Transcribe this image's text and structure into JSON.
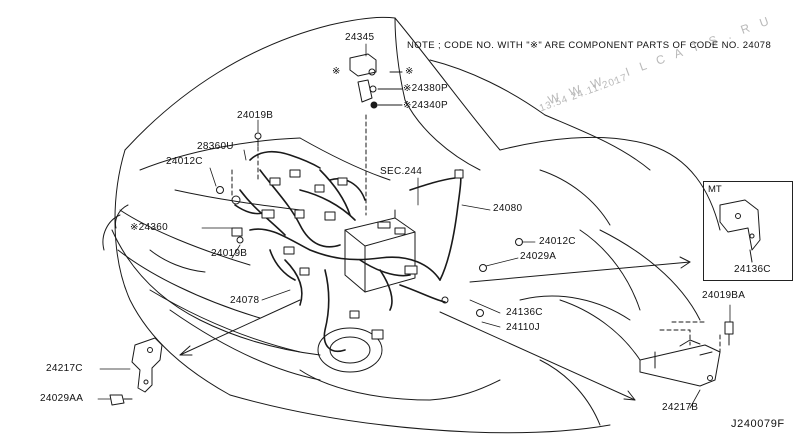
{
  "note": "NOTE ; CODE NO. WITH \"※\" ARE COMPONENT PARTS OF CODE NO. 24078",
  "watermark": {
    "site": "W W W . I L C A T S . R U",
    "datetime": "13:54 24.11.2017"
  },
  "mt_box": {
    "title": "MT",
    "part": "24136C"
  },
  "diagram_id": "J240079F",
  "parts": {
    "p24345": "24345",
    "p_mark_a": "※",
    "p_mark_b": "※",
    "p24380P": "※24380P",
    "p24340P": "※24340P",
    "p24019B_top": "24019B",
    "p28360U": "28360U",
    "p24012C_left": "24012C",
    "p_sec244": "SEC.244",
    "p24080": "24080",
    "p24360": "※24360",
    "p24019B_mid": "24019B",
    "p24012C_right": "24012C",
    "p24029A": "24029A",
    "p24078": "24078",
    "p24136C": "24136C",
    "p24110J": "24110J",
    "p24019BA": "24019BA",
    "p24217C": "24217C",
    "p24029AA": "24029AA",
    "p24217B": "24217B"
  },
  "colors": {
    "line": "#1a1a1a",
    "watermark": "#b9b9b9",
    "background": "#ffffff"
  }
}
